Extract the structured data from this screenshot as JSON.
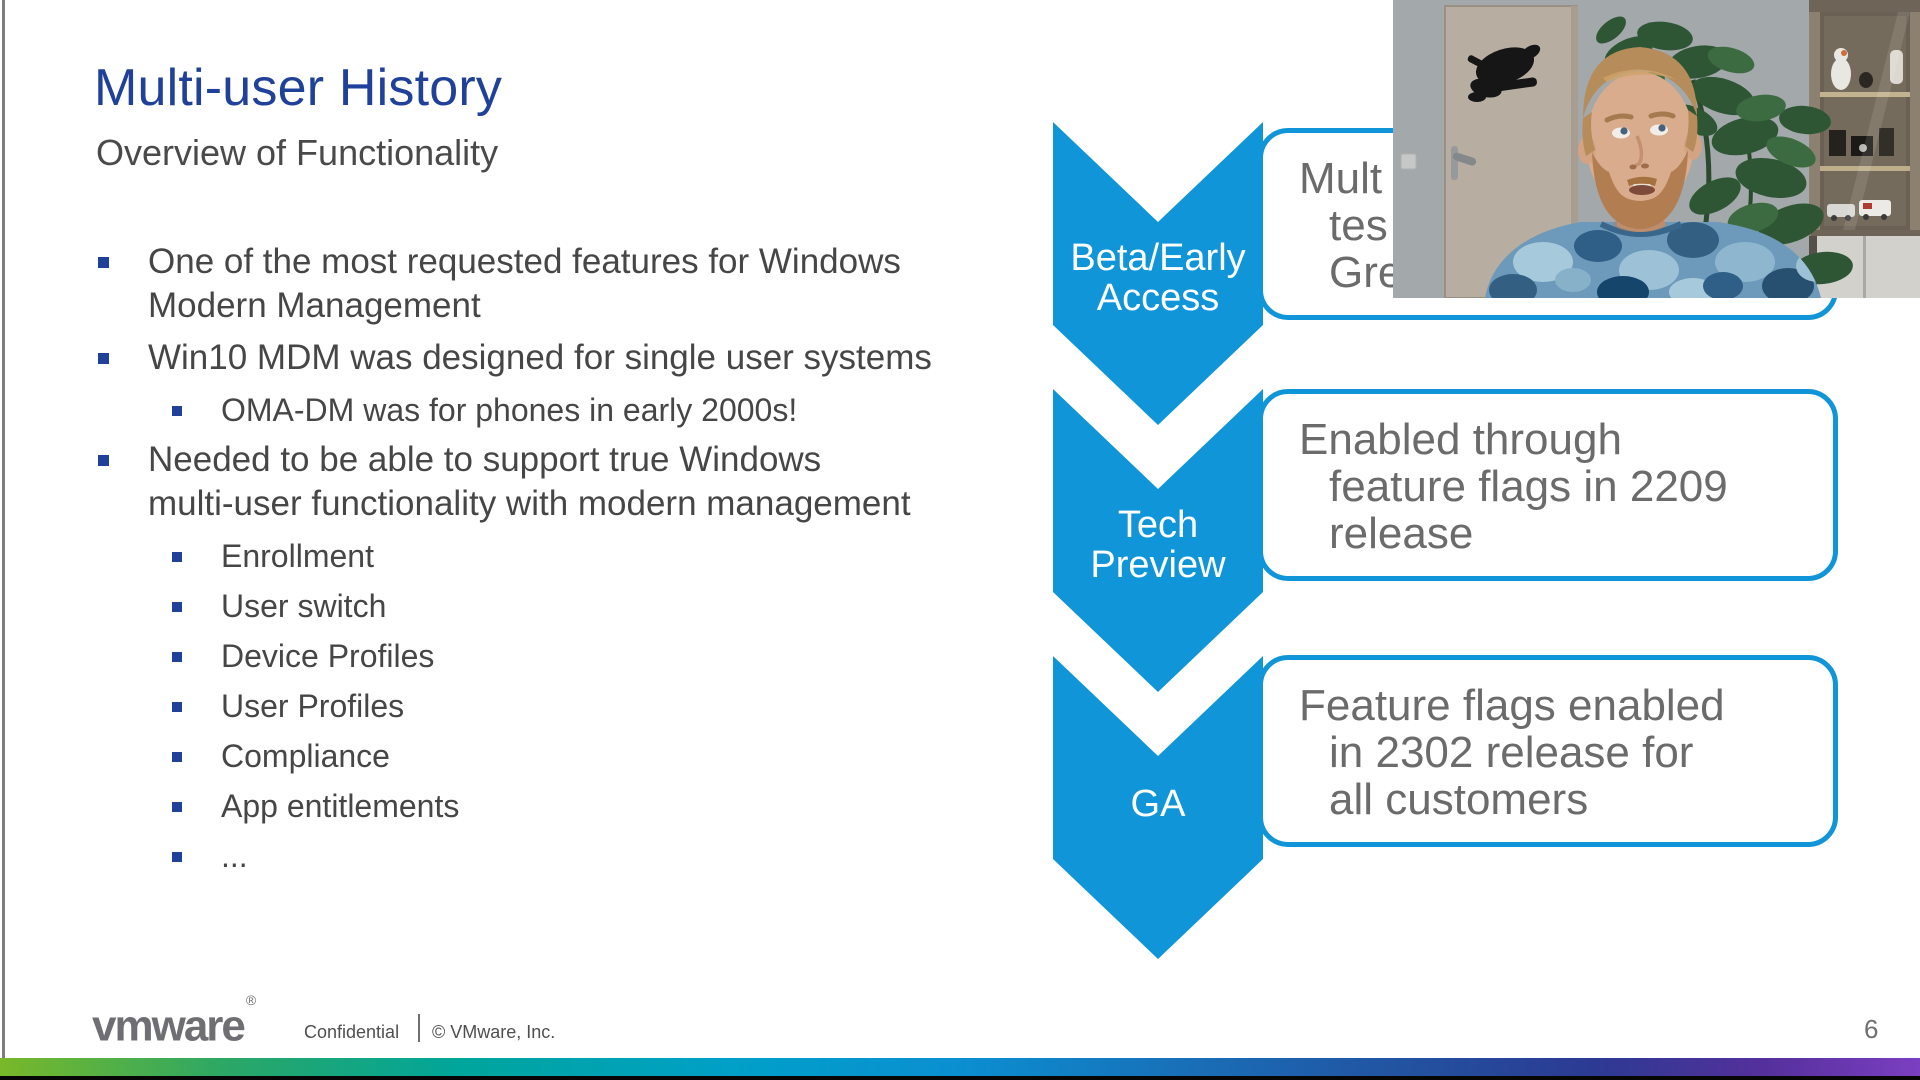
{
  "slide": {
    "title": "Multi-user History",
    "subtitle": "Overview of Functionality",
    "bullets": [
      {
        "level": 1,
        "lines": [
          "One of the most requested features for Windows",
          "Modern Management"
        ]
      },
      {
        "level": 1,
        "lines": [
          "Win10 MDM was designed for single user systems"
        ]
      },
      {
        "level": 2,
        "lines": [
          "OMA-DM was for phones in early 2000s!"
        ]
      },
      {
        "level": 1,
        "lines": [
          "Needed to be able to support true Windows",
          "multi-user functionality with modern management"
        ]
      },
      {
        "level": 2,
        "lines": [
          "Enrollment"
        ]
      },
      {
        "level": 2,
        "lines": [
          "User switch"
        ]
      },
      {
        "level": 2,
        "lines": [
          "Device Profiles"
        ]
      },
      {
        "level": 2,
        "lines": [
          "User Profiles"
        ]
      },
      {
        "level": 2,
        "lines": [
          "Compliance"
        ]
      },
      {
        "level": 2,
        "lines": [
          "App entitlements"
        ]
      },
      {
        "level": 2,
        "lines": [
          "..."
        ]
      }
    ],
    "diagram": {
      "stages": [
        {
          "label_lines": [
            "Beta/Early",
            "Access"
          ],
          "box_lines": [
            "Mult",
            "tes",
            "Gre"
          ]
        },
        {
          "label_lines": [
            "Tech",
            "Preview"
          ],
          "box_lines": [
            "Enabled through",
            "feature flags in 2209",
            "release"
          ]
        },
        {
          "label_lines": [
            "GA"
          ],
          "box_lines": [
            "Feature flags enabled",
            "in 2302 release for",
            "all customers"
          ]
        }
      ]
    },
    "footer": {
      "brand": "vmware",
      "registered_mark": "®",
      "confidential": "Confidential",
      "copyright": "© VMware, Inc.",
      "page_number": "6"
    },
    "colors": {
      "title_blue": "#20419a",
      "accent_blue": "#1095d8",
      "body_text": "#464646",
      "box_text": "#6b6b6b",
      "footer_gradient": [
        "#79b829",
        "#00a59b",
        "#0b8fd1",
        "#23509f",
        "#7b3fc1"
      ]
    }
  }
}
